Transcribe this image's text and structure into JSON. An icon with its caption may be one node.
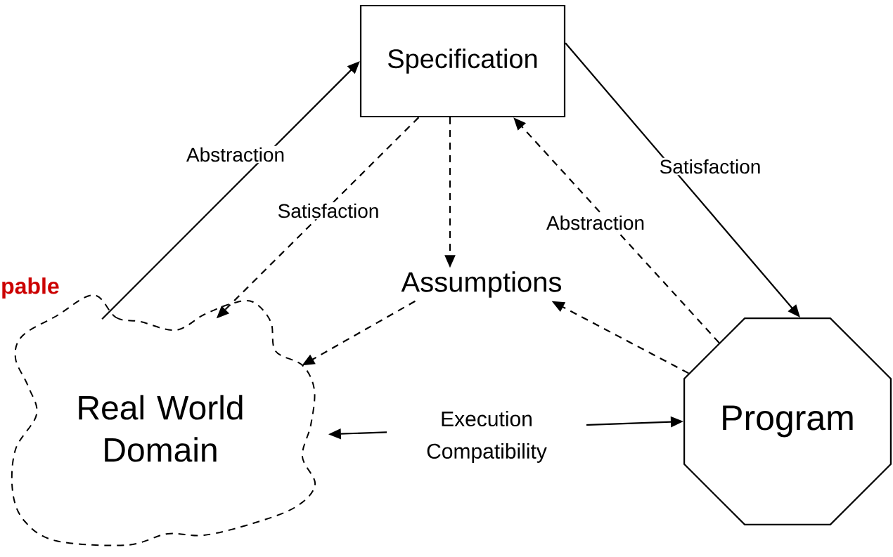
{
  "diagram": {
    "nodes": [
      {
        "text": [
          "Specification"
        ]
      },
      {
        "text": [
          "Assumptions"
        ]
      },
      {
        "text": [
          "Real World Domain"
        ]
      },
      {
        "text": [
          "Program"
        ]
      }
    ],
    "edges": [
      {
        "from": 2,
        "to": 0,
        "arrow": "to",
        "label": "Abstraction"
      },
      {
        "from": 0,
        "to": 2,
        "arrow": "to",
        "label": "Satisfaction",
        "style": "dashed"
      },
      {
        "from": 0,
        "to": 1,
        "arrow": "to",
        "style": "dashed"
      },
      {
        "from": 3,
        "to": 0,
        "arrow": "to",
        "label": "Abstraction",
        "style": "dashed"
      },
      {
        "from": 0,
        "to": 3,
        "arrow": "to",
        "label": "Satisfaction"
      },
      {
        "from": 3,
        "to": 1,
        "arrow": "to",
        "style": "dashed"
      },
      {
        "from": 1,
        "to": 2,
        "arrow": "to",
        "style": "dashed"
      },
      {
        "from": 2,
        "to": 3,
        "arrow": "both",
        "label": "Execution Compatibility"
      }
    ],
    "labels": [
      "pable"
    ]
  }
}
